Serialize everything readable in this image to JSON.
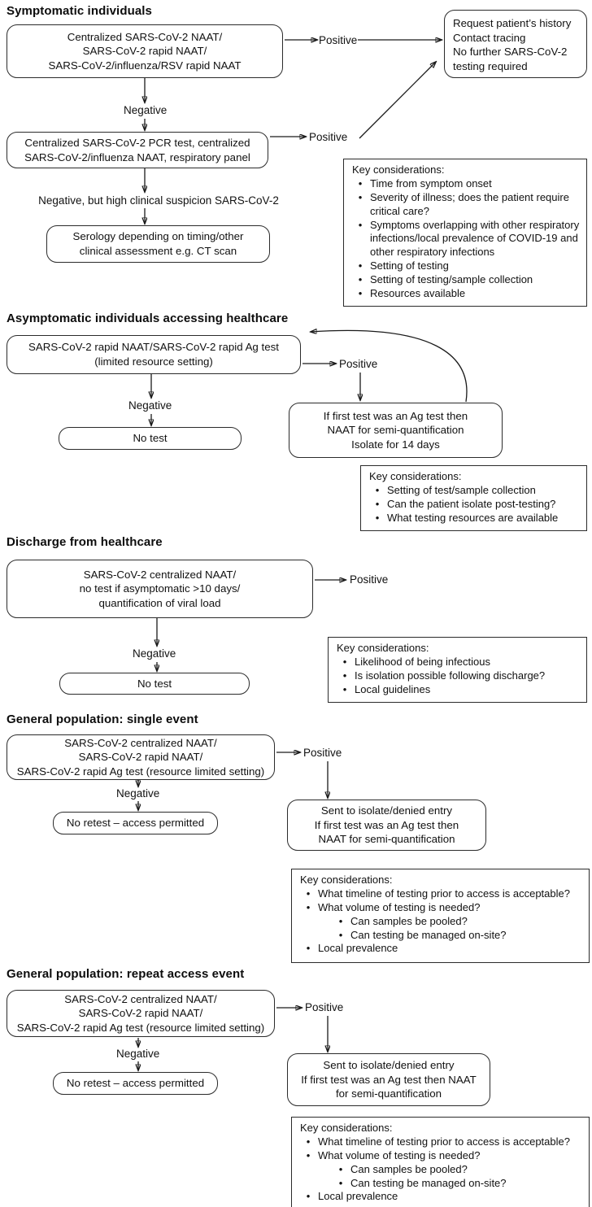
{
  "glyphs": {
    "bullet": "•"
  },
  "sections": {
    "symptomatic": {
      "title": "Symptomatic individuals",
      "test_box_1": "Centralized SARS-CoV-2 NAAT/\nSARS-CoV-2 rapid NAAT/\nSARS-CoV-2/influenza/RSV rapid NAAT",
      "positive_label_1": "Positive",
      "outcome_box": "Request patient’s history\nContact tracing\nNo further SARS-CoV-2\ntesting required",
      "negative_label_1": "Negative",
      "test_box_2": "Centralized SARS-CoV-2 PCR test, centralized\nSARS-CoV-2/influenza NAAT, respiratory panel",
      "positive_label_2": "Positive",
      "negative_high_suspicion_label": "Negative, but high clinical suspicion SARS-CoV-2",
      "serology_box": "Serology depending on timing/other\nclinical assessment e.g. CT scan",
      "key_considerations": {
        "title": "Key considerations:",
        "items": [
          {
            "text": "Time from symptom onset",
            "level": 1
          },
          {
            "text": "Severity of illness; does the patient require critical care?",
            "level": 1
          },
          {
            "text": "Symptoms overlapping with other respiratory infections/local prevalence of COVID-19 and other respiratory infections",
            "level": 1
          },
          {
            "text": "Setting of testing",
            "level": 1
          },
          {
            "text": "Setting of testing/sample collection",
            "level": 1
          },
          {
            "text": "Resources available",
            "level": 1
          }
        ]
      }
    },
    "asymptomatic": {
      "title": "Asymptomatic individuals accessing healthcare",
      "test_box": "SARS-CoV-2 rapid NAAT/SARS-CoV-2 rapid Ag test\n(limited resource setting)",
      "positive_label": "Positive",
      "negative_label": "Negative",
      "no_test_box": "No test",
      "action_box": "If first test was an Ag test then\nNAAT for semi-quantification\nIsolate for 14 days",
      "key_considerations": {
        "title": "Key considerations:",
        "items": [
          {
            "text": "Setting of test/sample collection",
            "level": 1
          },
          {
            "text": "Can the patient isolate post-testing?",
            "level": 1
          },
          {
            "text": "What testing resources are available",
            "level": 1
          }
        ]
      }
    },
    "discharge": {
      "title": "Discharge from healthcare",
      "test_box": "SARS-CoV-2 centralized NAAT/\nno test if asymptomatic >10 days/\nquantification of viral load",
      "positive_label": "Positive",
      "negative_label": "Negative",
      "no_test_box": "No test",
      "key_considerations": {
        "title": "Key considerations:",
        "items": [
          {
            "text": "Likelihood of being infectious",
            "level": 1
          },
          {
            "text": "Is isolation possible following discharge?",
            "level": 1
          },
          {
            "text": "Local guidelines",
            "level": 1
          }
        ]
      }
    },
    "single_event": {
      "title": "General population: single event",
      "test_box": "SARS-CoV-2 centralized NAAT/\nSARS-CoV-2 rapid NAAT/\nSARS-CoV-2 rapid Ag test (resource limited setting)",
      "positive_label": "Positive",
      "negative_label": "Negative",
      "no_retest_box": "No retest – access permitted",
      "action_box": "Sent to isolate/denied entry\nIf first test was an Ag test then\nNAAT for semi-quantification",
      "key_considerations": {
        "title": "Key considerations:",
        "items": [
          {
            "text": "What timeline of testing prior to access is acceptable?",
            "level": 1
          },
          {
            "text": "What volume of testing is needed?",
            "level": 1
          },
          {
            "text": "Can samples be pooled?",
            "level": 2
          },
          {
            "text": "Can testing be managed on-site?",
            "level": 2
          },
          {
            "text": "Local prevalence",
            "level": 1
          }
        ]
      }
    },
    "repeat_event": {
      "title": "General population: repeat access event",
      "test_box": "SARS-CoV-2 centralized NAAT/\nSARS-CoV-2 rapid NAAT/\nSARS-CoV-2 rapid Ag test (resource limited setting)",
      "positive_label": "Positive",
      "negative_label": "Negative",
      "no_retest_box": "No retest – access permitted",
      "action_box": "Sent to isolate/denied entry\nIf first test was an Ag test then NAAT\nfor semi-quantification",
      "key_considerations": {
        "title": "Key considerations:",
        "items": [
          {
            "text": "What timeline of testing prior to access is acceptable?",
            "level": 1
          },
          {
            "text": "What volume of testing is needed?",
            "level": 1
          },
          {
            "text": "Can samples be pooled?",
            "level": 2
          },
          {
            "text": "Can testing be managed on-site?",
            "level": 2
          },
          {
            "text": "Local prevalence",
            "level": 1
          }
        ]
      }
    }
  }
}
